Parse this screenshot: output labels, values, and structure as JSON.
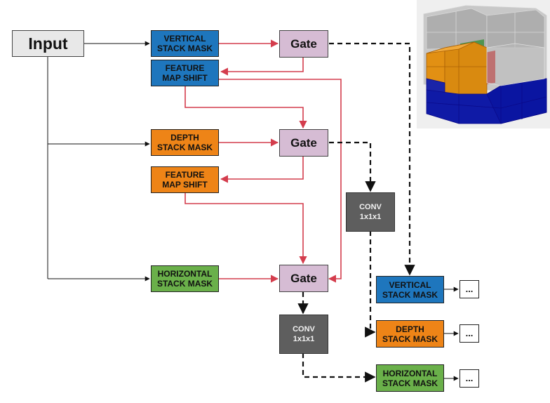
{
  "input": {
    "label": "Input"
  },
  "column": {
    "vertical_mask": "VERTICAL\nSTACK MASK",
    "vertical_shift": "FEATURE\nMAP SHIFT",
    "depth_mask": "DEPTH\nSTACK MASK",
    "depth_shift": "FEATURE\nMAP SHIFT",
    "horizontal_mask": "HORIZONTAL\nSTACK MASK"
  },
  "gates": {
    "top": "Gate",
    "middle": "Gate",
    "bottom": "Gate"
  },
  "conv": {
    "right": "CONV\n1x1x1",
    "bottom": "CONV\n1x1x1"
  },
  "outputs": {
    "vertical": "VERTICAL\nSTACK MASK",
    "depth": "DEPTH\nSTACK MASK",
    "horizontal": "HORIZONTAL\nSTACK MASK",
    "more": "..."
  },
  "colors": {
    "vertical_stack": "#1e76bd",
    "depth_stack": "#ee8417",
    "horizontal_stack": "#6ab04a",
    "gate": "#d6bcd4",
    "conv": "#5e5e5e",
    "input": "#e8e8e8",
    "red_arrow": "#d43d4d",
    "black_arrow": "#111111"
  },
  "cube_illustration": {
    "description_icon": "3d-voxel-cube-icon",
    "layers": [
      "blue",
      "orange",
      "green",
      "red",
      "gray-transparent"
    ]
  }
}
